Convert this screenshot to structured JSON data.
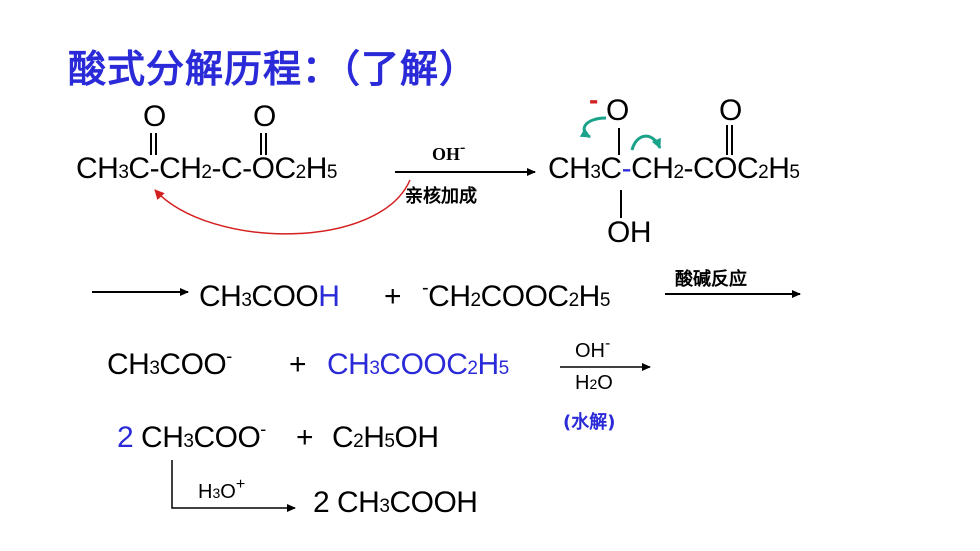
{
  "title": "酸式分解历程：（了解）",
  "row1": {
    "left_O1": "O",
    "left_O2": "O",
    "ch3": "CH",
    "ch3_sub": "3",
    "c1": "C-CH",
    "c1_sub": "2",
    "c2": "-C-OC",
    "c2_sub": "2",
    "c2_h": "H",
    "c2_h_sub": "5",
    "arrow_top": "OH",
    "arrow_top_sup": "-",
    "arrow_bottom": "亲核加成",
    "right_Ominus": "-",
    "right_O1": "O",
    "right_O2": "O",
    "r_ch3": "CH",
    "r_ch3_sub": "3",
    "r_c": "C",
    "r_dash": "-",
    "r_ch2": "CH",
    "r_ch2_sub": "2",
    "r_rest": "-COC",
    "r_rest_sub": "2",
    "r_h": "H",
    "r_h_sub": "5",
    "r_oh": "OH"
  },
  "row2": {
    "ch3": "CH",
    "ch3_sub": "3",
    "cooh": "COO",
    "h": "H",
    "plus": "+",
    "minus": "-",
    "ch2": "CH",
    "ch2_sub": "2",
    "cooc": "COOC",
    "cooc_sub": "2",
    "h5": "H",
    "h5_sub": "5",
    "arrow_label": "酸碱反应"
  },
  "row3": {
    "ch3": "CH",
    "ch3_sub": "3",
    "coo": "COO",
    "coo_sup": "-",
    "plus": "+",
    "b_ch3": "CH",
    "b_ch3_sub": "3",
    "b_cooc": "COOC",
    "b_cooc_sub": "2",
    "b_h": "H",
    "b_h_sub": "5",
    "arrow_top": "OH",
    "arrow_top_sup": "-",
    "arrow_bottom": "H",
    "arrow_bottom_sub": "2",
    "arrow_bottom_o": "O",
    "note": "(水解)"
  },
  "row4": {
    "coef": "2",
    "ch3": "CH",
    "ch3_sub": "3",
    "coo": "COO",
    "coo_sup": "-",
    "plus": "+",
    "c": "C",
    "c_sub": "2",
    "h": "H",
    "h_sub": "5",
    "oh": "OH"
  },
  "row5": {
    "h3o": "H",
    "h3o_sub": "3",
    "h3o_o": "O",
    "h3o_sup": "+",
    "product": "2 CH",
    "product_sub": "3",
    "product_rest": "COOH"
  },
  "colors": {
    "blue": "#2a2ad8",
    "red": "#d42020",
    "teal": "#1aa38a"
  }
}
